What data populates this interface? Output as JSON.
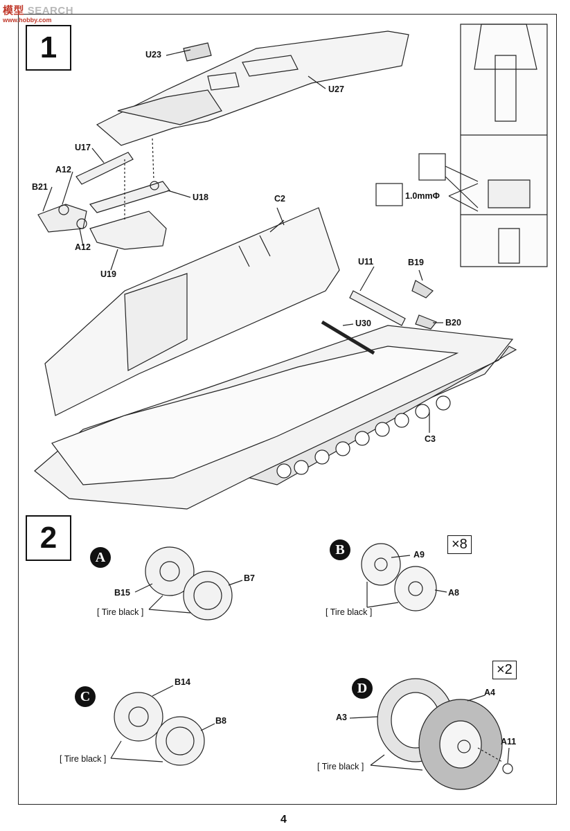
{
  "watermark": {
    "cn": "模型",
    "text": "SEARCH",
    "url": "www.hobby.com"
  },
  "steps": [
    {
      "number": "1"
    },
    {
      "number": "2"
    }
  ],
  "step1": {
    "labels": {
      "u23": "U23",
      "u27": "U27",
      "u17": "U17",
      "a12_top": "A12",
      "b21": "B21",
      "u18": "U18",
      "a12_bottom": "A12",
      "u19": "U19",
      "c2": "C2",
      "u11": "U11",
      "b19": "B19",
      "b20": "B20",
      "u30": "U30",
      "c3": "C3",
      "drill": "1.0mmΦ"
    }
  },
  "step2": {
    "subassemblies": [
      {
        "letter": "A",
        "parts": [
          "B15",
          "B7"
        ],
        "note": "[ Tire black ]",
        "qty": ""
      },
      {
        "letter": "B",
        "parts": [
          "A9",
          "A8"
        ],
        "note": "[ Tire black ]",
        "qty": "×8"
      },
      {
        "letter": "C",
        "parts": [
          "B14",
          "B8"
        ],
        "note": "[ Tire black ]",
        "qty": ""
      },
      {
        "letter": "D",
        "parts": [
          "A4",
          "A3",
          "A11"
        ],
        "note": "[ Tire black ]",
        "qty": "×2"
      }
    ]
  },
  "page_number": "4"
}
